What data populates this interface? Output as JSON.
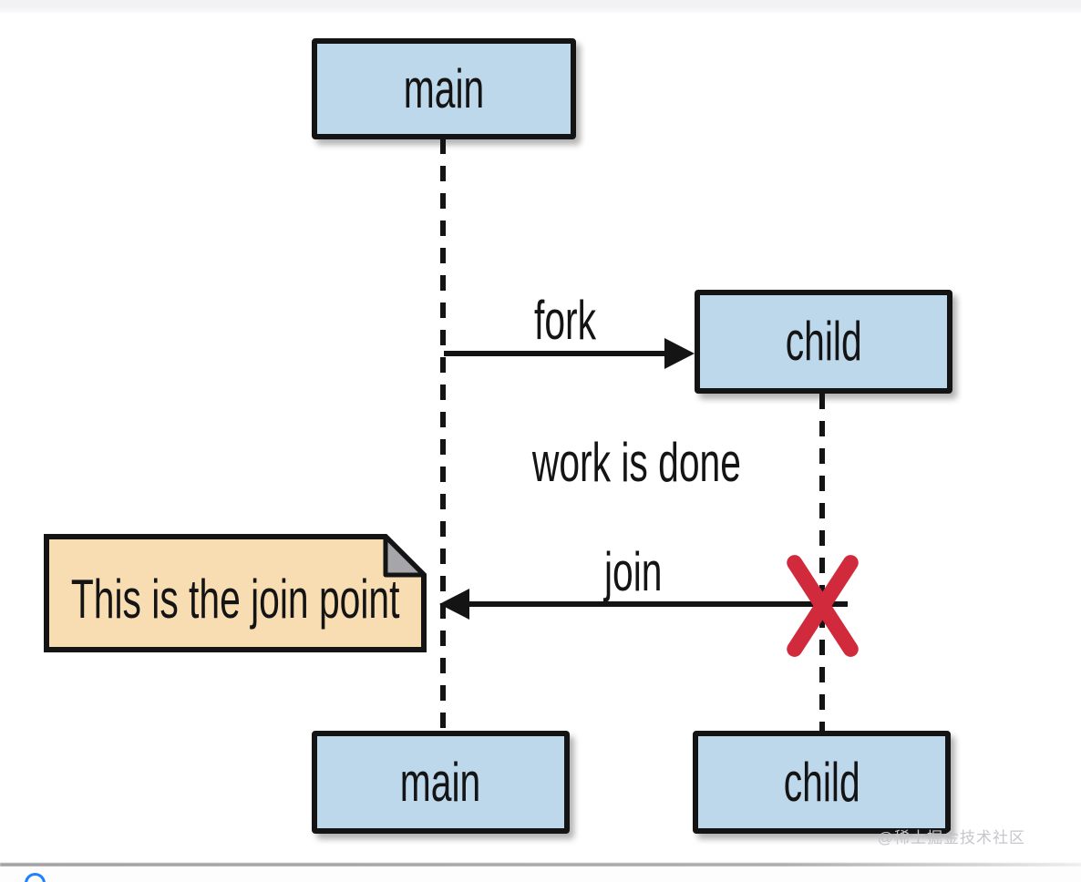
{
  "diagram": {
    "type": "uml-sequence-fork-join",
    "labels": {
      "main_top": "main",
      "child_top": "child",
      "main_bottom": "main",
      "child_bottom": "child",
      "fork": "fork",
      "join": "join",
      "work_done": "work is done",
      "note": "This is the join point"
    },
    "watermark": "@稀土掘金技术社区",
    "colors": {
      "actor_fill": "#bdd7eb",
      "note_fill": "#f8dcb2",
      "note_fold": "#a6a6aa",
      "line": "#141414",
      "termination_x": "#d02a3c",
      "watermark": "#c6c6cb",
      "background": "#ffffff"
    }
  }
}
